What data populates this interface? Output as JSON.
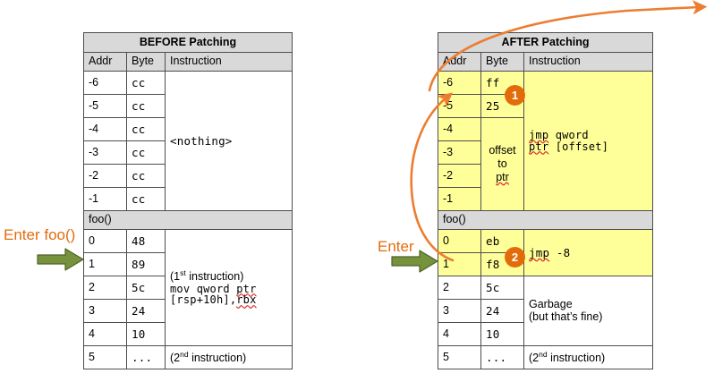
{
  "diagram": {
    "theme": {
      "header_gray": "#D9D9D9",
      "highlight_yellow": "#FFFF99",
      "accent_orange": "#E36C0A",
      "arrow_green": "#76923C",
      "border_gray": "#4D4D4D"
    }
  },
  "before": {
    "title": "BEFORE Patching",
    "columns": [
      "Addr",
      "Byte",
      "Instruction"
    ],
    "pad_rows": [
      {
        "addr": "-6",
        "byte": "cc"
      },
      {
        "addr": "-5",
        "byte": "cc"
      },
      {
        "addr": "-4",
        "byte": "cc"
      },
      {
        "addr": "-3",
        "byte": "cc"
      },
      {
        "addr": "-2",
        "byte": "cc"
      },
      {
        "addr": "-1",
        "byte": "cc"
      }
    ],
    "pad_instruction": "<nothing>",
    "separator": "foo()",
    "body_rows": [
      {
        "addr": "0",
        "byte": "48"
      },
      {
        "addr": "1",
        "byte": "89"
      },
      {
        "addr": "2",
        "byte": "5c"
      },
      {
        "addr": "3",
        "byte": "24"
      },
      {
        "addr": "4",
        "byte": "10"
      },
      {
        "addr": "5",
        "byte": "..."
      }
    ],
    "first_instruction_note": "(1st instruction)",
    "first_instruction_note_prefix": "(1",
    "first_instruction_note_sup": "st",
    "first_instruction_note_suffix": " instruction)",
    "first_instruction_line1a": "mov qword ",
    "first_instruction_line1b": "ptr",
    "first_instruction_line2a": "[rsp+10h],",
    "first_instruction_line2b": "rbx",
    "second_instruction_prefix": "(2",
    "second_instruction_sup": "nd",
    "second_instruction_suffix": " instruction)",
    "enter_label": "Enter foo()"
  },
  "after": {
    "title": "AFTER Patching",
    "columns": [
      "Addr",
      "Byte",
      "Instruction"
    ],
    "pad_rows": [
      {
        "addr": "-6",
        "byte": "ff"
      },
      {
        "addr": "-5",
        "byte": "25"
      },
      {
        "addr": "-4",
        "byte": ""
      },
      {
        "addr": "-3",
        "byte": ""
      },
      {
        "addr": "-2",
        "byte": ""
      },
      {
        "addr": "-1",
        "byte": ""
      }
    ],
    "offset_line1": "offset",
    "offset_line2": "to",
    "offset_line3": "ptr",
    "jmp_qword_line1a": "jmp",
    "jmp_qword_line1b": " qword",
    "jmp_qword_line2a": "ptr",
    "jmp_qword_line2b": " [offset]",
    "separator": "foo()",
    "body_rows": [
      {
        "addr": "0",
        "byte": "eb"
      },
      {
        "addr": "1",
        "byte": "f8"
      },
      {
        "addr": "2",
        "byte": "5c"
      },
      {
        "addr": "3",
        "byte": "24"
      },
      {
        "addr": "4",
        "byte": "10"
      },
      {
        "addr": "5",
        "byte": "..."
      }
    ],
    "jmp_short_a": "jmp",
    "jmp_short_b": " -8",
    "garbage_line1": "Garbage",
    "garbage_line2": "(but that’s fine)",
    "second_instruction_prefix": "(2",
    "second_instruction_sup": "nd",
    "second_instruction_suffix": " instruction)",
    "enter_label": "Enter",
    "badge_1": "1",
    "badge_2": "2"
  }
}
